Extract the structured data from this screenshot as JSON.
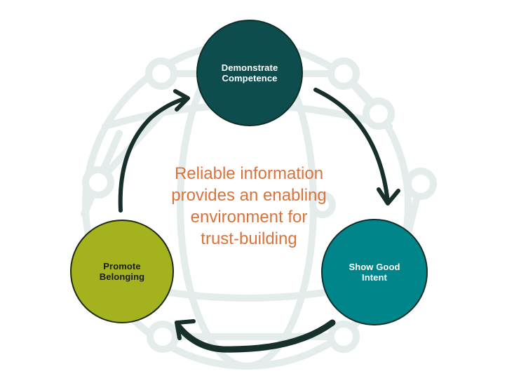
{
  "colors": {
    "background": "#ffffff",
    "globe": "#e4ecec",
    "arrow": "#17302c",
    "center_text": "#d9733b"
  },
  "center_text": "Reliable information\nprovides an enabling\nenvironment for\ntrust-building",
  "nodes": {
    "top": {
      "label": "Demonstrate\nCompetence",
      "fill": "#0d4d4d",
      "text_color": "#ffffff"
    },
    "right": {
      "label": "Show Good\nIntent",
      "fill": "#00868a",
      "text_color": "#ffffff"
    },
    "left": {
      "label": "Promote\nBelonging",
      "fill": "#a3b21d",
      "text_color": "#1c1c1c"
    }
  },
  "arrows": [
    {
      "from": "top",
      "to": "right"
    },
    {
      "from": "right",
      "to": "left"
    },
    {
      "from": "left",
      "to": "top"
    }
  ]
}
